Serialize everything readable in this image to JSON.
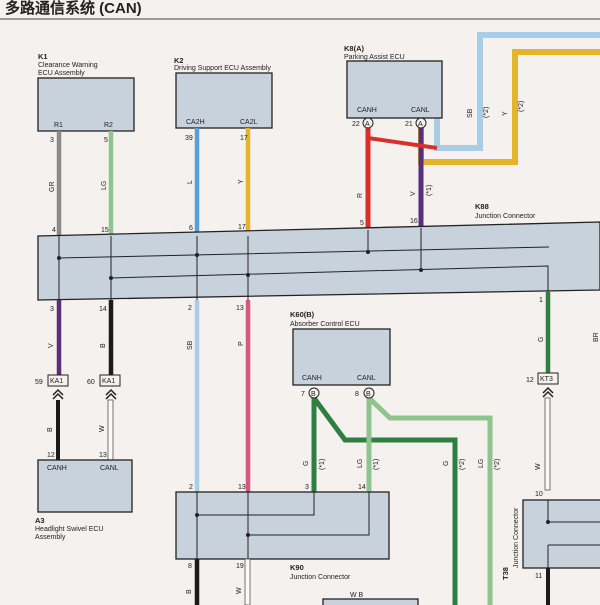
{
  "title": "多路通信系统 (CAN)",
  "components": {
    "k1": {
      "code": "K1",
      "name_line1": "Clearance Warning",
      "name_line2": "ECU Assembly",
      "pins": [
        "R1",
        "R2"
      ]
    },
    "k2": {
      "code": "K2",
      "name": "Driving Support ECU Assembly",
      "pins": [
        "CA2H",
        "CA2L"
      ]
    },
    "k8": {
      "code": "K8(A)",
      "name": "Parking Assist ECU",
      "pins": [
        "CANH",
        "CANL"
      ]
    },
    "k88": {
      "code": "K88",
      "name": "Junction Connector"
    },
    "k60": {
      "code": "K60(B)",
      "name": "Absorber Control ECU",
      "pins": [
        "CANH",
        "CANL"
      ]
    },
    "a3": {
      "code": "A3",
      "name_line1": "Headlight Swivel ECU",
      "name_line2": "Assembly",
      "pins": [
        "CANH",
        "CANL"
      ]
    },
    "k90": {
      "code": "K90",
      "name": "Junction Connector"
    },
    "t38": {
      "code": "T38",
      "name": "Junction Connector"
    }
  },
  "pin_numbers": {
    "k1_r1": "3",
    "k1_r2": "5",
    "k2_ca2h": "39",
    "k2_ca2l": "17",
    "k8_canh": "22",
    "k8_canl": "21",
    "k8_conn": "A",
    "k88_4": "4",
    "k88_15": "15",
    "k88_6": "6",
    "k88_17": "17",
    "k88_5": "5",
    "k88_16": "16",
    "k88_3": "3",
    "k88_14": "14",
    "k88_2": "2",
    "k88_13": "13",
    "k88_1": "1",
    "ka1_59": "59",
    "ka1_60": "60",
    "ka1": "KA1",
    "kt3_12": "12",
    "kt3": "KT3",
    "a3_12": "12",
    "a3_13": "13",
    "k60_7": "7",
    "k60_8": "8",
    "k60_conn": "B",
    "k90_2": "2",
    "k90_13": "13",
    "k90_3": "3",
    "k90_14": "14",
    "k90_8": "8",
    "k90_19": "19",
    "t38_10": "10",
    "t38_11": "11"
  },
  "wire_labels": {
    "gr": "GR",
    "lg": "LG",
    "l": "L",
    "y": "Y",
    "r": "R",
    "v": "V",
    "star1": "(*1)",
    "sb": "SB",
    "star2": "(*2)",
    "g": "G",
    "p": "P",
    "b": "B",
    "w": "W",
    "br": "BR",
    "bottom_wb": "W B"
  },
  "colors": {
    "gray": "#8a8a8a",
    "light_green": "#8fc48e",
    "blue": "#5b9fd9",
    "yellow": "#e4b52c",
    "red": "#d9302c",
    "violet": "#5a2e7a",
    "sky_blue": "#a9cde6",
    "pink": "#d9577c",
    "green": "#2f7f43",
    "black": "#1b1b1b",
    "white": "#fafafa",
    "box_fill": "#c8d2dc"
  }
}
